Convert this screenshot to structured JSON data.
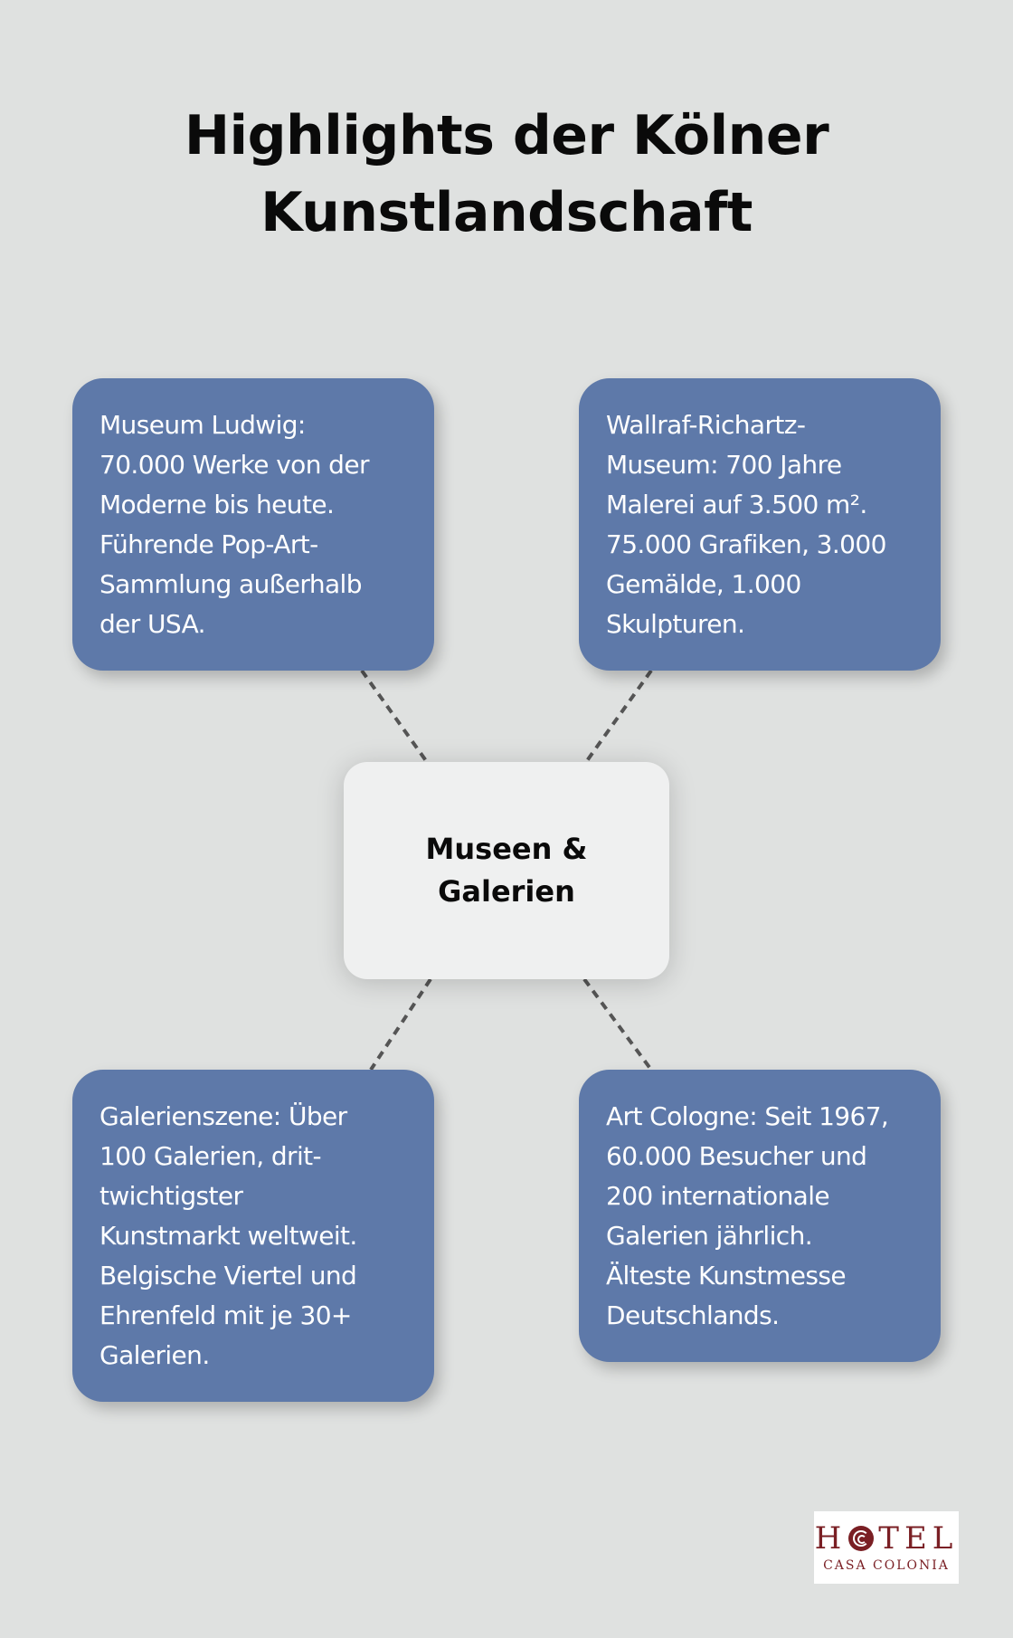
{
  "title": {
    "line1": "Highlights der Kölner",
    "line2": "Kunstlandschaft"
  },
  "center": {
    "line1": "Museen &",
    "line2": "Galerien",
    "background": "#eff0f0"
  },
  "nodes": [
    {
      "position": "top-left",
      "lines": [
        "Museum Ludwig:",
        "70.000 Werke von der",
        "Moderne bis heute.",
        "Führende Pop-Art-",
        "Sammlung außerhalb",
        "der USA."
      ]
    },
    {
      "position": "top-right",
      "lines": [
        "Wallraf-Richartz-",
        "Museum: 700 Jahre",
        "Malerei auf 3.500 m².",
        "75.000 Grafiken, 3.000",
        "Gemälde, 1.000",
        "Skulpturen."
      ]
    },
    {
      "position": "bottom-left",
      "lines": [
        "Galerienszene: Über",
        "100 Galerien, drit-",
        "twichtigster",
        "Kunstmarkt weltweit.",
        "Belgische Viertel und",
        "Ehrenfeld mit je 30+",
        "Galerien."
      ]
    },
    {
      "position": "bottom-right",
      "lines": [
        "Art Cologne: Seit 1967,",
        "60.000 Besucher und",
        "200 internationale",
        "Galerien jährlich.",
        "Älteste Kunstmesse",
        "Deutschlands."
      ]
    }
  ],
  "logo": {
    "hotel_h": "H",
    "hotel_rest": "TEL",
    "subtitle": "CASA COLONIA",
    "color": "#7a1f24"
  },
  "colors": {
    "background": "#dfe1e0",
    "node": "#5e79a9",
    "connector": "#555555"
  }
}
